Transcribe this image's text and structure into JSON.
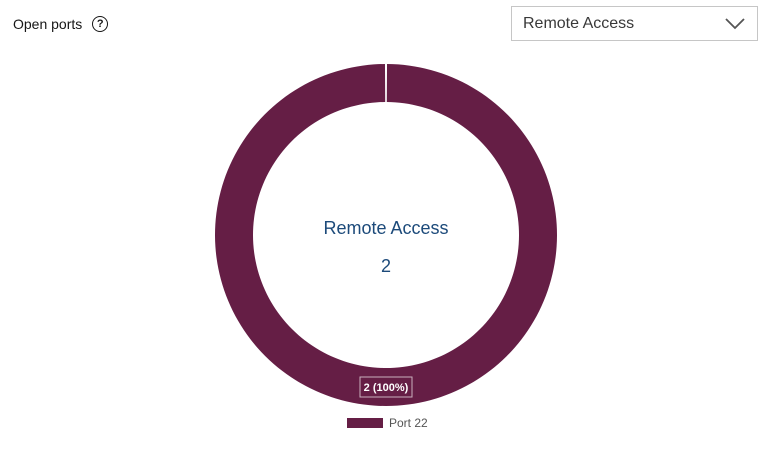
{
  "header": {
    "title": "Open ports",
    "help_icon": "question-circle-icon"
  },
  "dropdown": {
    "selected": "Remote Access",
    "icon": "chevron-down-icon"
  },
  "chart_data": {
    "type": "pie",
    "style": "donut",
    "center_title": "Remote Access",
    "center_value": "2",
    "slices": [
      {
        "label": "Port 22",
        "value": 2,
        "percent": 100,
        "data_label": "2 (100%)",
        "color": "#651e45"
      }
    ],
    "legend": [
      "Port 22"
    ],
    "legend_position": "bottom"
  },
  "colors": {
    "slice": "#651e45",
    "center_text": "#1c4a7a"
  }
}
